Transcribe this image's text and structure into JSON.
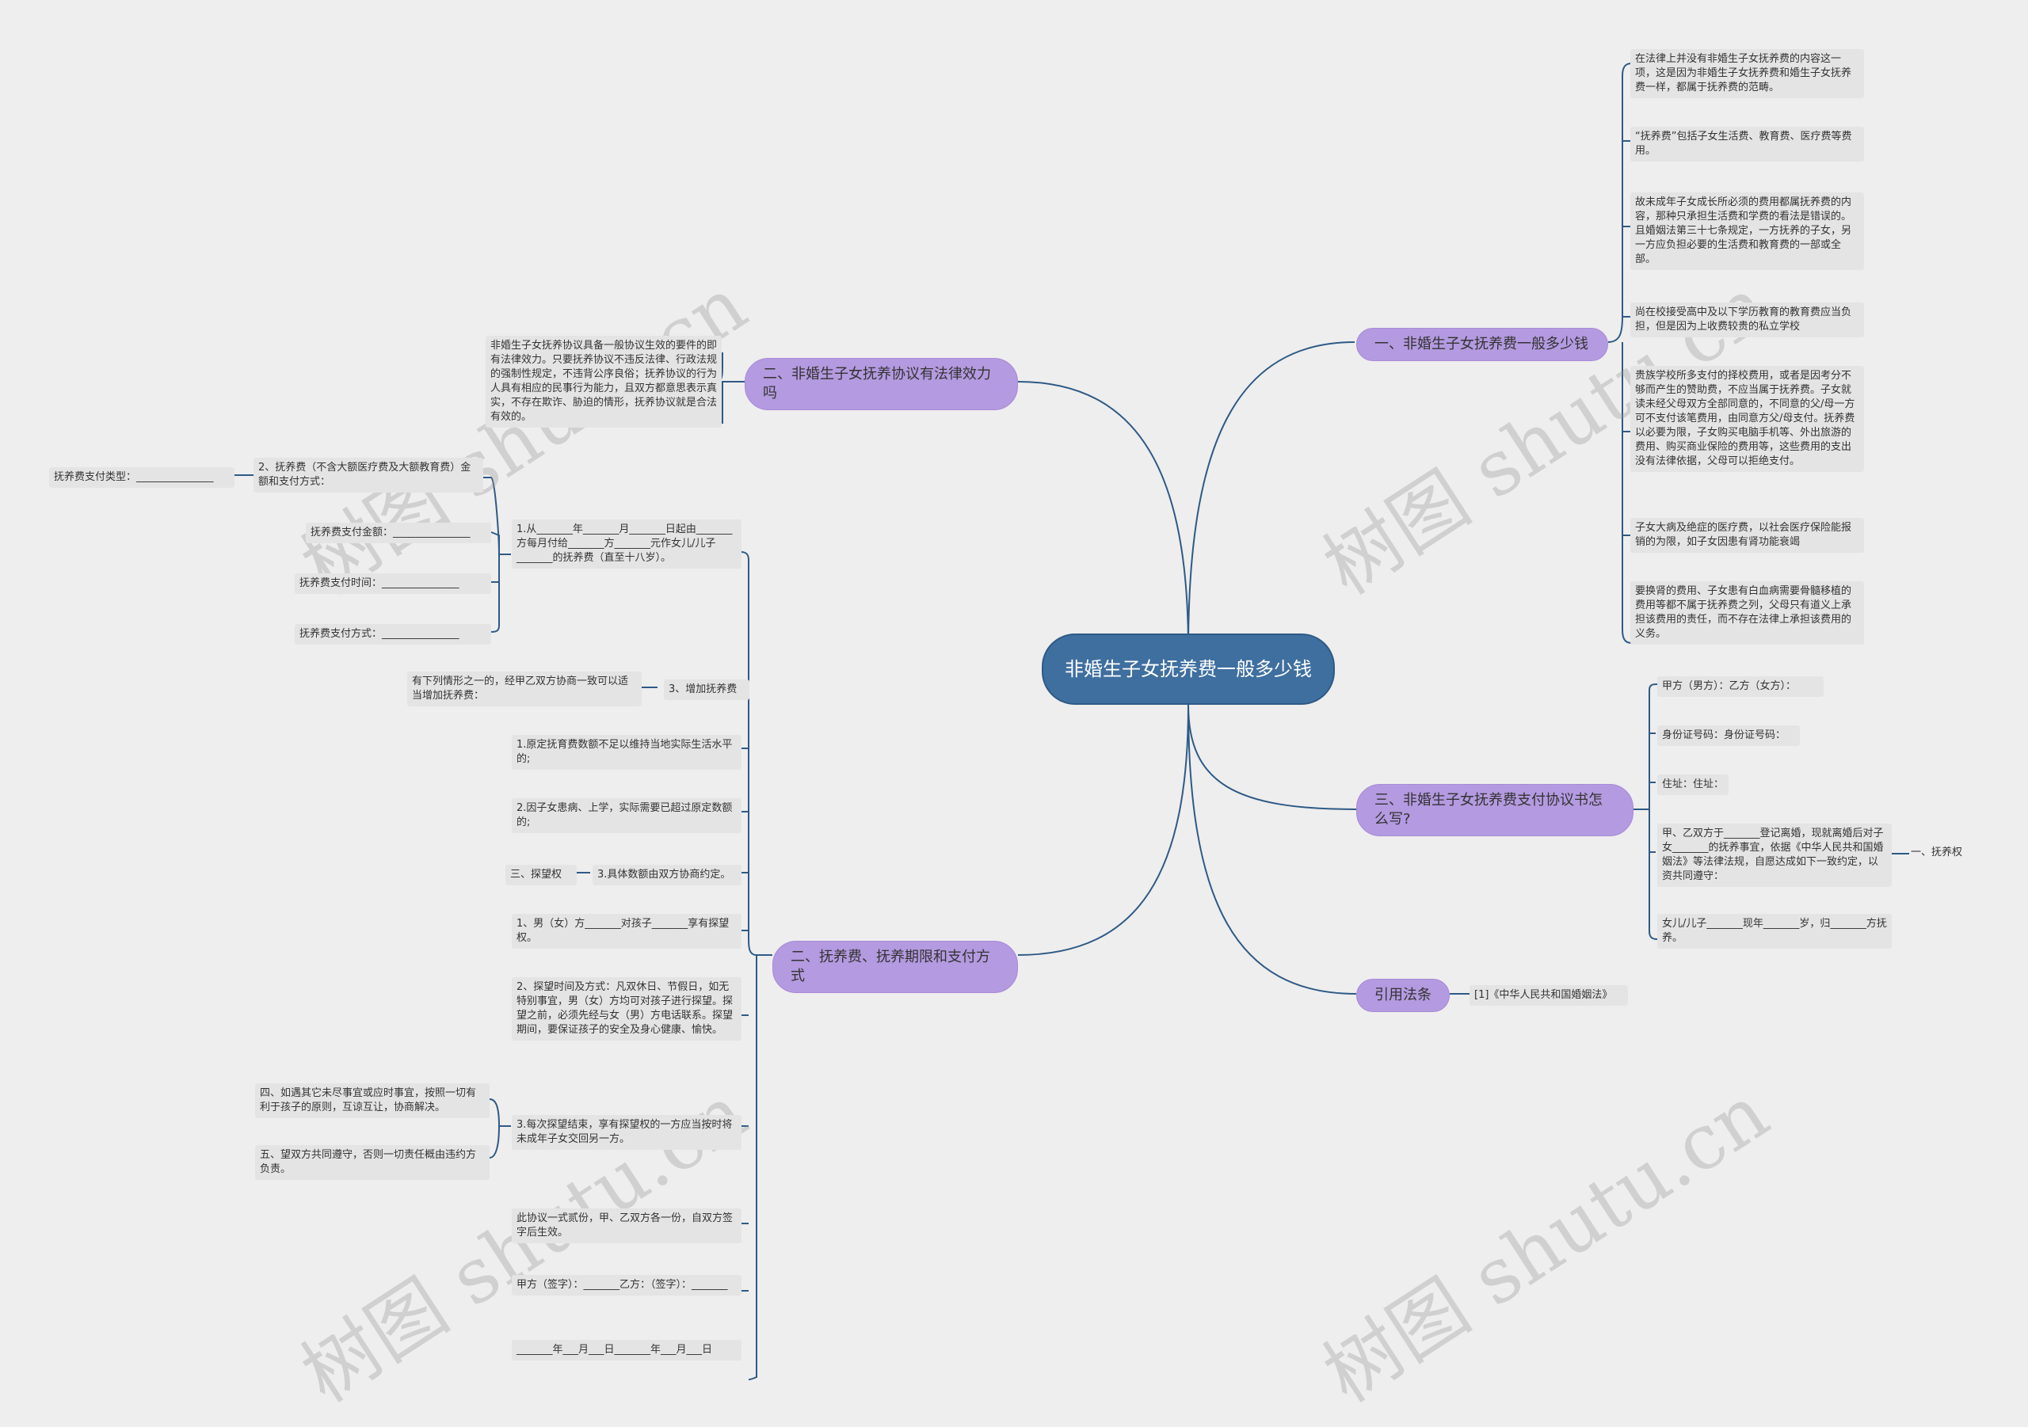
{
  "root": {
    "title": "非婚生子女抚养费一般多少钱"
  },
  "branches": {
    "b1": {
      "title": "一、非婚生子女抚养费一般多少钱",
      "items": [
        "在法律上并没有非婚生子女抚养费的内容这一项，这是因为非婚生子女抚养费和婚生子女抚养费一样，都属于抚养费的范畴。",
        "“抚养费”包括子女生活费、教育费、医疗费等费用。",
        "故未成年子女成长所必须的费用都属抚养费的内容，那种只承担生活费和学费的看法是错误的。且婚姻法第三十七条规定，一方抚养的子女，另一方应负担必要的生活费和教育费的一部或全部。",
        "尚在校接受高中及以下学历教育的教育费应当负担，但是因为上收费较贵的私立学校",
        "贵族学校所多支付的择校费用，或者是因考分不够而产生的赞助费，不应当属于抚养费。子女就读未经父母双方全部同意的，不同意的父/母一方可不支付该笔费用，由同意方父/母支付。抚养费以必要为限，子女购买电脑手机等、外出旅游的费用、购买商业保险的费用等，这些费用的支出没有法律依据，父母可以拒绝支付。",
        "子女大病及绝症的医疗费，以社会医疗保险能报销的为限，如子女因患有肾功能衰竭",
        "要换肾的费用、子女患有白血病需要骨髓移植的费用等都不属于抚养费之列，父母只有道义上承担该费用的责任，而不存在法律上承担该费用的义务。"
      ]
    },
    "b2": {
      "title": "二、非婚生子女抚养协议有法律效力吗",
      "items": [
        "非婚生子女抚养协议具备一般协议生效的要件的即有法律效力。只要抚养协议不违反法律、行政法规的强制性规定，不违背公序良俗；抚养协议的行为人具有相应的民事行为能力，且双方都意思表示真实，不存在欺诈、胁迫的情形，抚养协议就是合法有效的。"
      ]
    },
    "b3": {
      "title": "三、非婚生子女抚养费支付协议书怎么写?",
      "items": [
        "甲方（男方）：乙方（女方）：",
        "身份证号码：身份证号码：",
        "住址：住址：",
        "甲、乙双方于_______登记离婚，现就离婚后对子女_______的抚养事宜，依据《中华人民共和国婚姻法》等法律法规，自愿达成如下一致约定，以资共同遵守：",
        "女儿/儿子_______现年_______岁，归_______方抚养。"
      ],
      "sub": "一、抚养权"
    },
    "b4": {
      "title": "二、抚养费、抚养期限和支付方式",
      "n1": "1.从_______年_______月_______日起由_______方每月付给_______方_______元作女儿/儿子_______的抚养费（直至十八岁）。",
      "n1_children": [
        "抚养费支付金额：_______________",
        "抚养费支付时间：_______________",
        "抚养费支付方式：_______________"
      ],
      "n2": "2、抚养费（不含大额医疗费及大额教育费）金额和支付方式：",
      "n2_child": "抚养费支付类型：_______________",
      "n3": "3、增加抚养费",
      "n3_child": "有下列情形之一的，经甲乙双方协商一致可以适当增加抚养费：",
      "items": [
        "1.原定抚育费数额不足以维持当地实际生活水平的;",
        "2.因子女患病、上学，实际需要已超过原定数额的;",
        "3.具体数额由双方协商约定。",
        "1、男（女）方_______对孩子_______享有探望权。",
        "2、探望时间及方式：凡双休日、节假日，如无特别事宜，男（女）方均可对孩子进行探望。探望之前，必须先经与女（男）方电话联系。探望期间，要保证孩子的安全及身心健康、愉快。",
        "3.每次探望结束，享有探望权的一方应当按时将未成年子女交回另一方。",
        "此协议一式贰份，甲、乙双方各一份，自双方签字后生效。",
        "甲方（签字）：_______乙方：（签字）：_______",
        "_______年___月___日_______年___月___日"
      ],
      "visit": "三、探望权",
      "s4": "四、如遇其它未尽事宜或应时事宜，按照一切有利于孩子的原则，互谅互让，协商解决。",
      "s5": "五、望双方共同遵守，否则一切责任概由违约方负责。"
    },
    "b5": {
      "title": "引用法条",
      "item": "[1]《中华人民共和国婚姻法》"
    }
  },
  "watermark": {
    "text": "树图 shutu.cn"
  },
  "colors": {
    "root": "#3f6f9f",
    "branch": "#b49ae0",
    "line": "#2e5a86",
    "leaf": "#e4e4e4",
    "background": "#eeeeee"
  }
}
